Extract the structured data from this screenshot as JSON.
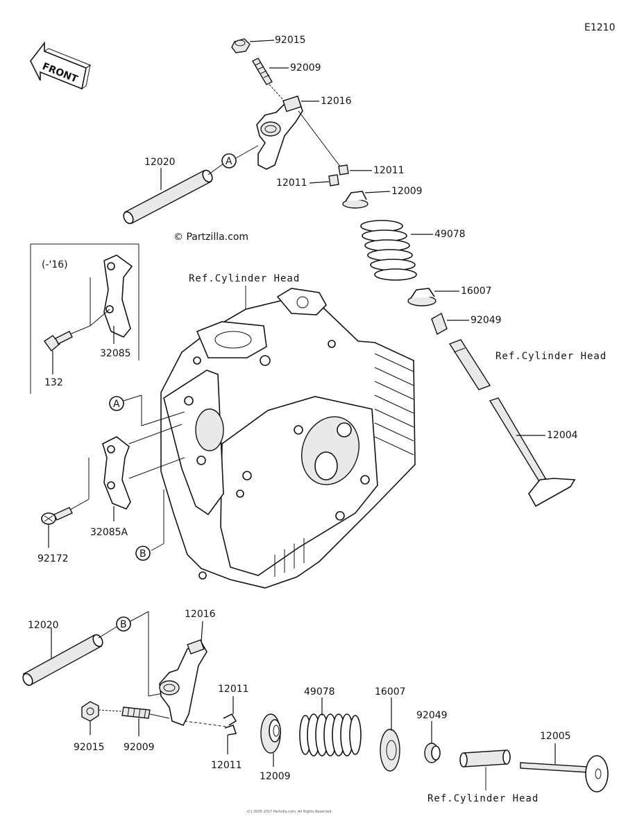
{
  "diagram_code": "E1210",
  "front_label": "FRONT",
  "copyright": "© Partzilla.com",
  "year_note": "(-'16)",
  "ref_cylinder_head": "Ref.Cylinder Head",
  "callouts": {
    "a": "A",
    "b": "B"
  },
  "labels": {
    "p92015_top": "92015",
    "p92009_top": "92009",
    "p12016_top": "12016",
    "p12011_top_r": "12011",
    "p12011_top_l": "12011",
    "p12009_top": "12009",
    "p12020_top": "12020",
    "p49078_top": "49078",
    "p16007_top": "16007",
    "p92049_top": "92049",
    "p12004": "12004",
    "p32085": "32085",
    "p132": "132",
    "p32085A": "32085A",
    "p92172": "92172",
    "p12020_bot": "12020",
    "p12016_bot": "12016",
    "p12011_bot_a": "12011",
    "p12011_bot_b": "12011",
    "p49078_bot": "49078",
    "p16007_bot": "16007",
    "p92049_bot": "92049",
    "p12005": "12005",
    "p92015_bot": "92015",
    "p92009_bot": "92009",
    "p12009_bot": "12009"
  },
  "footer_note": "(C) 2005-2017 Partzilla.com. All Rights Reserved."
}
